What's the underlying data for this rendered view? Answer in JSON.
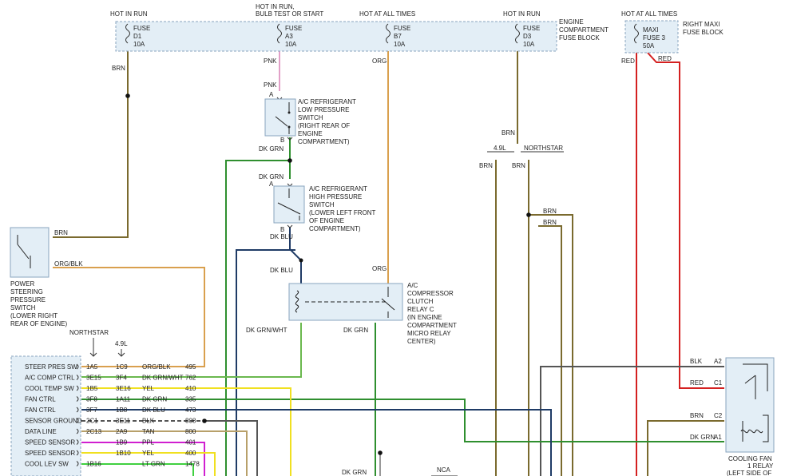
{
  "fuse_block": {
    "label": [
      "ENGINE",
      "COMPARTMENT",
      "FUSE BLOCK"
    ],
    "fuses": [
      {
        "power": [
          "HOT IN RUN"
        ],
        "name": "FUSE",
        "id": "D1",
        "amps": "10A",
        "wire": "BRN"
      },
      {
        "power": [
          "HOT IN RUN,",
          "BULB TEST OR START"
        ],
        "name": "FUSE",
        "id": "A3",
        "amps": "10A",
        "wire": "PNK"
      },
      {
        "power": [
          "HOT AT ALL TIMES"
        ],
        "name": "FUSE",
        "id": "B7",
        "amps": "10A",
        "wire": "ORG"
      },
      {
        "power": [
          "HOT IN RUN"
        ],
        "name": "FUSE",
        "id": "D3",
        "amps": "10A",
        "wire": ""
      }
    ]
  },
  "maxi_block": {
    "power": "HOT AT ALL TIMES",
    "lines": [
      "MAXI",
      "FUSE 3",
      "50A"
    ],
    "label": [
      "RIGHT MAXI",
      "FUSE BLOCK"
    ],
    "wire_left": "RED",
    "wire_right": "RED"
  },
  "ps_switch": {
    "wire_top": "BRN",
    "wire_bottom": "ORG/BLK",
    "label": [
      "POWER",
      "STEERING",
      "PRESSURE",
      "SWITCH",
      "(LOWER RIGHT",
      "REAR OF ENGINE)"
    ]
  },
  "low_switch": {
    "pin_a": "A",
    "pin_b": "B",
    "wire_in": "PNK",
    "wire_out": "DK GRN",
    "label": [
      "A/C REFRIGERANT",
      "LOW PRESSURE",
      "SWITCH",
      "(RIGHT REAR OF",
      "ENGINE",
      "COMPARTMENT)"
    ]
  },
  "high_switch": {
    "pin_a": "A",
    "pin_b": "B",
    "wire_in": "DK GRN",
    "wire_out": "DK BLU",
    "label": [
      "A/C REFRIGERANT",
      "HIGH PRESSURE",
      "SWITCH",
      "(LOWER LEFT FRONT",
      "OF ENGINE",
      "COMPARTMENT)"
    ]
  },
  "compressor_relay": {
    "wire_in_left": "DK BLU",
    "wire_in_right": "ORG",
    "wire_out_left": "DK GRN/WHT",
    "wire_out_right": "DK GRN",
    "label": [
      "A/C",
      "COMPRESSOR",
      "CLUTCH",
      "RELAY C",
      "(IN ENGINE",
      "COMPARTMENT",
      "MICRO RELAY",
      "CENTER)"
    ]
  },
  "engine_split": {
    "wire": "BRN",
    "left": "4.9L",
    "right": "NORTHSTAR",
    "left_wire": "BRN",
    "right_wire": "BRN",
    "branch_a": "BRN",
    "branch_b": "BRN"
  },
  "pcm": {
    "hdr_northstar": "NORTHSTAR",
    "hdr_49": "4.9L",
    "rows": [
      {
        "label": "STEER PRES SW",
        "ns": "1A5",
        "l49": "1C9",
        "wire": "ORG/BLK",
        "circuit": "495"
      },
      {
        "label": "A/C COMP CTRL",
        "ns": "3E15",
        "l49": "3F4",
        "wire": "DK GRN/WHT",
        "circuit": "762"
      },
      {
        "label": "COOL TEMP SW",
        "ns": "1B5",
        "l49": "3E16",
        "wire": "YEL",
        "circuit": "410"
      },
      {
        "label": "FAN CTRL",
        "ns": "3F8",
        "l49": "1A11",
        "wire": "DK GRN",
        "circuit": "335"
      },
      {
        "label": "FAN CTRL",
        "ns": "3F7",
        "l49": "1B8",
        "wire": "DK BLU",
        "circuit": "473"
      },
      {
        "label": "SENSOR GROUND",
        "ns": "2C1",
        "l49": "3E11",
        "wire": "BLK",
        "circuit": "808"
      },
      {
        "label": "DATA LINE",
        "ns": "2C13",
        "l49": "2A9",
        "wire": "TAN",
        "circuit": "800"
      },
      {
        "label": "SPEED SENSOR",
        "ns": "",
        "l49": "1B9",
        "wire": "PPL",
        "circuit": "401"
      },
      {
        "label": "SPEED SENSOR",
        "ns": "",
        "l49": "1B10",
        "wire": "YEL",
        "circuit": "400"
      },
      {
        "label": "COOL LEV SW",
        "ns": "1B16",
        "l49": "",
        "wire": "LT GRN",
        "circuit": "1478"
      }
    ]
  },
  "fan_relay": {
    "pins": [
      {
        "wire": "BLK",
        "pin": "A2"
      },
      {
        "wire": "RED",
        "pin": "C1"
      },
      {
        "wire": "BRN",
        "pin": "C2"
      },
      {
        "wire": "DK GRN",
        "pin": "A1"
      }
    ],
    "label": [
      "COOLING FAN",
      "1 RELAY",
      "(LEFT SIDE OF"
    ]
  },
  "bottom": {
    "wire": "DK GRN",
    "nca": "NCA"
  },
  "colors": {
    "brn": "#7a6a2e",
    "pnk": "#e2a0c8",
    "org": "#d9a04e",
    "dkgrn": "#2f8f2f",
    "dkblu": "#1f3b66",
    "red": "#d42020",
    "yel": "#f0e020",
    "tan": "#b8a06a",
    "ppl": "#d020d0",
    "ltgrn": "#40d040",
    "blk": "#555555",
    "grnwht": "#6ab84e"
  }
}
